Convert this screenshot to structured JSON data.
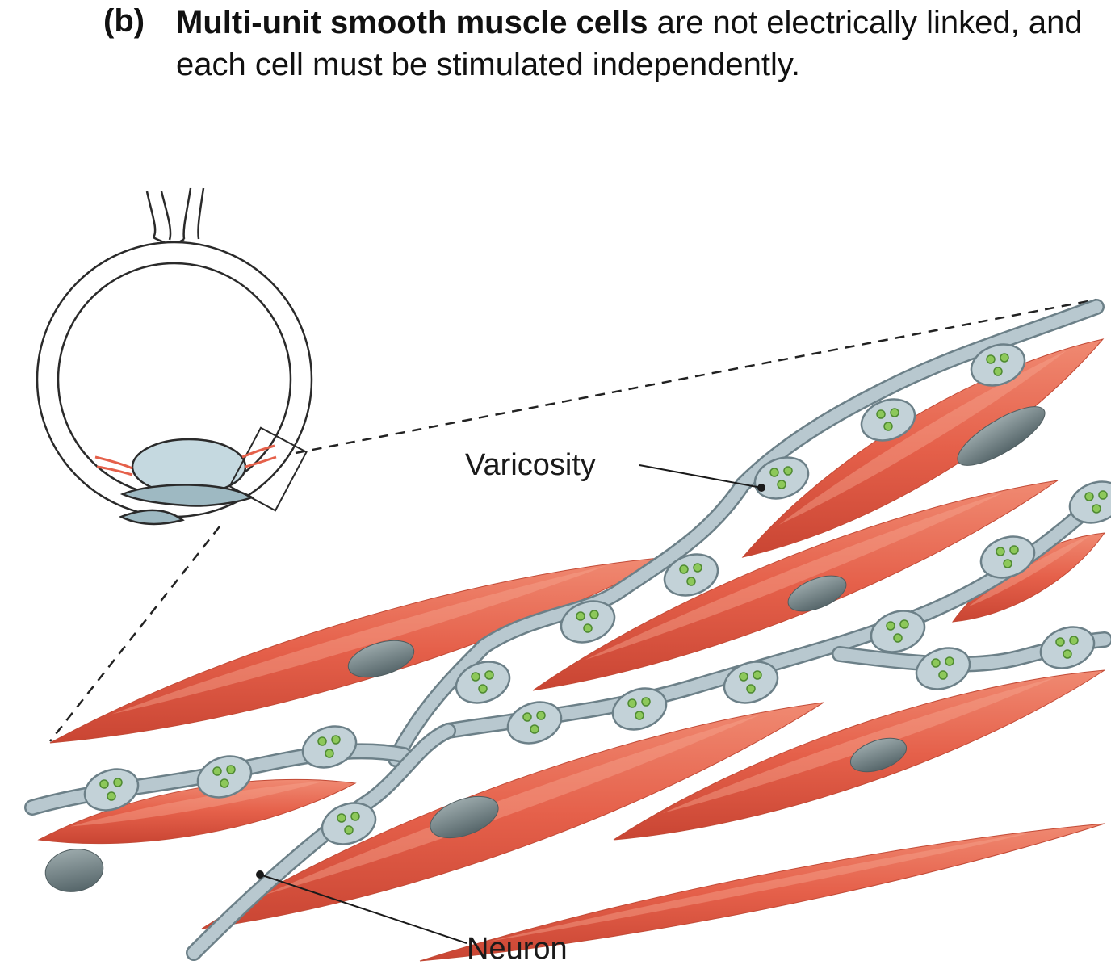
{
  "caption": {
    "tag": "(b)",
    "bold": "Multi-unit smooth muscle cells",
    "rest": " are not electrically linked, and each cell must be stimulated independently."
  },
  "labels": {
    "varicosity": "Varicosity",
    "neuron": "Neuron"
  },
  "colors": {
    "muscle": "#e5604a",
    "muscle_light": "#f59a83",
    "nucleus": "#6f7f81",
    "axon": "#b8c8cf",
    "axon_edge": "#6c8088",
    "vesicle": "#8dc85a",
    "eye_lens": "#c5d9e0"
  }
}
